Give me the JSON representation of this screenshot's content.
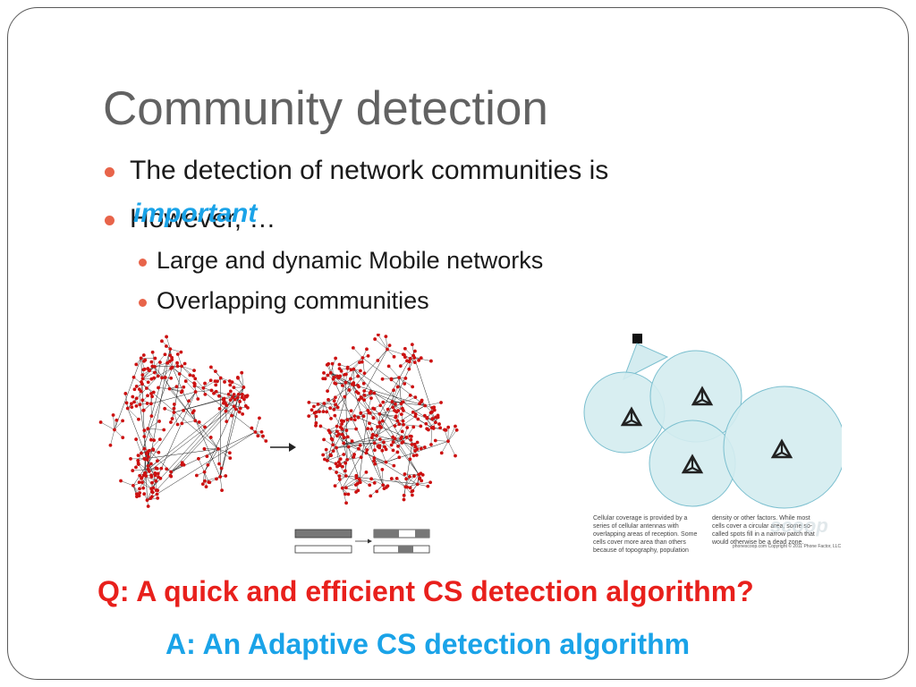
{
  "slide": {
    "title": "Community detection",
    "bullets": [
      {
        "text": "The detection of network communities is"
      },
      {
        "text": "However, …",
        "sub": [
          "Large and dynamic Mobile networks",
          "Overlapping communities"
        ]
      }
    ],
    "overlay_word": "important",
    "question": "Q:  A quick and efficient CS detection algorithm?",
    "answer": "A: An Adaptive CS detection algorithm"
  },
  "figure_coverage": {
    "caption_left": "Cellular coverage is provided by a series of cellular antennas with overlapping areas of reception. Some cells cover more area than others because of topography, population",
    "caption_right": "density or other factors. While most cells cover a circular area, some so-called spots fill in a narrow patch that would otherwise be a dead zone.",
    "credit": "phonescoop.com  Copyright © 2011 Phone Factor, LLC",
    "watermark": "scoop"
  },
  "colors": {
    "title": "#626262",
    "bullet_marker": "#e8644a",
    "question": "#e8201c",
    "answer": "#1aa3e8",
    "node": "#cc1111",
    "edge": "#222222",
    "cell_fill": "#d4ecf0",
    "cell_stroke": "#7bbfcf"
  }
}
